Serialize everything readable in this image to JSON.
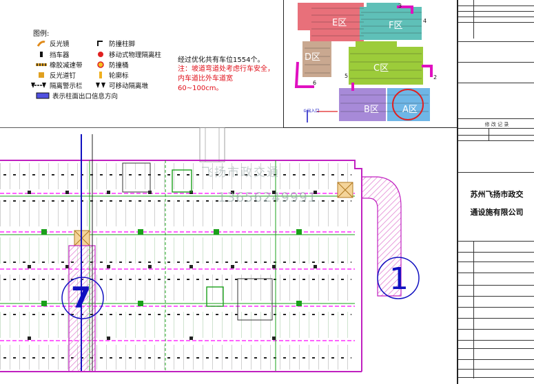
{
  "legend": {
    "title": "图例:",
    "items": [
      {
        "symbol": "reflector-icon",
        "label": "反光镜"
      },
      {
        "symbol": "wheel-stop-icon",
        "label": "挡车器"
      },
      {
        "symbol": "speed-bump-icon",
        "label": "橡胶减速带"
      },
      {
        "symbol": "road-stud-icon",
        "label": "反光道钉"
      },
      {
        "symbol": "barrier-fence-icon",
        "label": "隔离警示栏"
      },
      {
        "symbol": "column-guard-icon",
        "label": "防撞柱脚"
      },
      {
        "symbol": "bollard-icon",
        "label": "移动式物理隔离柱"
      },
      {
        "symbol": "crash-barrel-icon",
        "label": "防撞桶"
      },
      {
        "symbol": "contour-marker-icon",
        "label": "轮廓标"
      },
      {
        "symbol": "movable-pier-icon",
        "label": "可移动隔离墩"
      },
      {
        "symbol": "column-sign-icon",
        "label": "表示柱面出口信息方向"
      }
    ]
  },
  "notes": {
    "total": "经过优化共有车位1554个。",
    "warning": "注：坡道弯道处考虑行车安全，内车道比外车道宽60~100cm。"
  },
  "keyplan": {
    "zones": [
      {
        "label": "F区",
        "color": "#e8707a"
      },
      {
        "label": "E区",
        "color": "#5fc0b8"
      },
      {
        "label": "D区",
        "color": "#c9a890"
      },
      {
        "label": "C区",
        "color": "#9ccc3a"
      },
      {
        "label": "B区",
        "color": "#a78ad8"
      },
      {
        "label": "A区",
        "color": "#6fb6e6"
      }
    ],
    "ramp_numbers": [
      "3",
      "4",
      "5",
      "6",
      "2"
    ],
    "exit_label": "①出入口"
  },
  "title_block": {
    "revision_title": "修 改 记 录",
    "company_line1": "苏州飞扬市政交",
    "company_line2": "通设施有限公司"
  },
  "plan": {
    "watermark_name": "飞扬市政交通",
    "watermark_phone": "13656249991",
    "zone_number_left": "7",
    "zone_number_right": "1"
  },
  "colors": {
    "wall": "#c020c0",
    "lane": "#ff00ff",
    "green": "#1aa01a",
    "hatch": "#e07ad0",
    "crate": "#e0a030",
    "blue": "#1010c0"
  }
}
